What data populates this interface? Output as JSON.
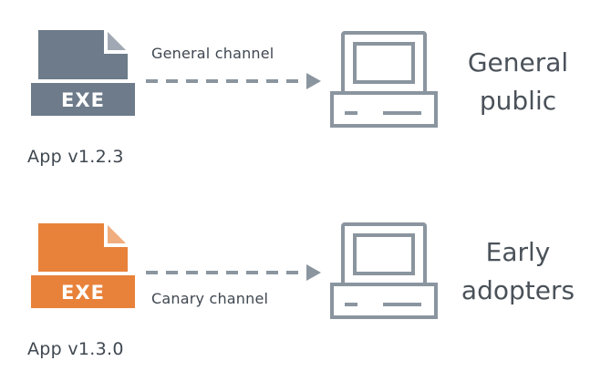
{
  "colors": {
    "general": "#6d7b8a",
    "canary": "#e8823a",
    "monitor": "#8a959f",
    "arrow": "#8a959f",
    "text": "#3f4750"
  },
  "rows": [
    {
      "file_badge": "EXE",
      "app_label": "App v1.2.3",
      "channel_label": "General channel",
      "audience_line1": "General",
      "audience_line2": "public",
      "icon": "exe-file-icon"
    },
    {
      "file_badge": "EXE",
      "app_label": "App v1.3.0",
      "channel_label": "Canary channel",
      "audience_line1": "Early",
      "audience_line2": "adopters",
      "icon": "exe-file-icon"
    }
  ]
}
